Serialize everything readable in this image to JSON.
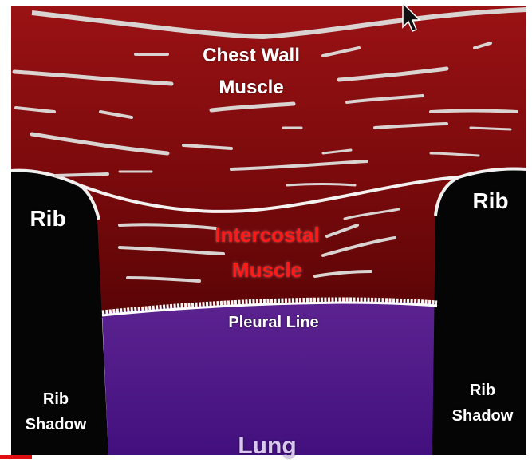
{
  "labels": {
    "chest_wall_line1": "Chest Wall",
    "chest_wall_line2": "Muscle",
    "rib_left": "Rib",
    "rib_right": "Rib",
    "intercostal_line1": "Intercostal",
    "intercostal_line2": "Muscle",
    "pleural_line": "Pleural Line",
    "rib_shadow_left_line1": "Rib",
    "rib_shadow_left_line2": "Shadow",
    "rib_shadow_right_line1": "Rib",
    "rib_shadow_right_line2": "Shadow",
    "lung": "Lung"
  },
  "colors": {
    "muscle_dark": "#6e0607",
    "muscle_light": "#9e1416",
    "rib": "#050505",
    "lung_top": "#5a1f8a",
    "lung_bottom": "#3f0f80",
    "fiber": "#d9d4d2",
    "label_red": "#ff1a1a"
  },
  "icons": [
    "mouse-pointer-icon"
  ]
}
